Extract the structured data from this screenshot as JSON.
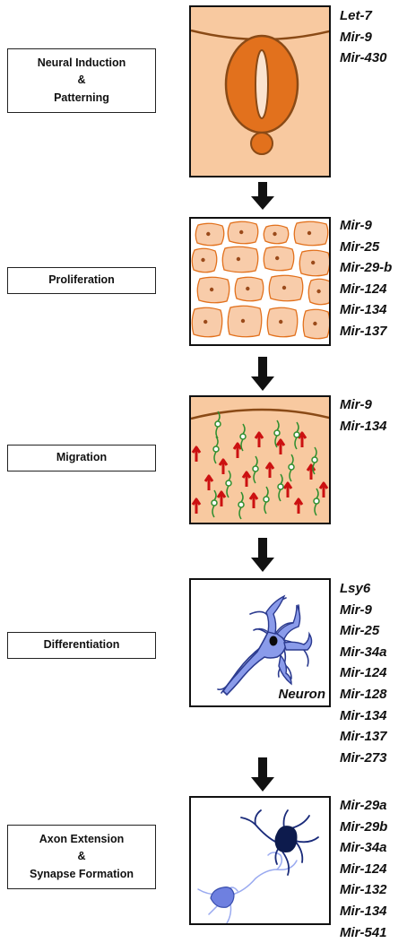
{
  "stages": [
    {
      "label": "Neural Induction\n&\nPatterning",
      "mirnas": [
        "Let-7",
        "Mir-9",
        "Mir-430"
      ]
    },
    {
      "label": "Proliferation",
      "mirnas": [
        "Mir-9",
        "Mir-25",
        "Mir-29-b",
        "Mir-124",
        "Mir-134",
        "Mir-137"
      ]
    },
    {
      "label": "Migration",
      "mirnas": [
        "Mir-9",
        "Mir-134"
      ]
    },
    {
      "label": "Differentiation",
      "mirnas": [
        "Lsy6",
        "Mir-9",
        "Mir-25",
        "Mir-34a",
        "Mir-124",
        "Mir-128",
        "Mir-134",
        "Mir-137",
        "Mir-273"
      ],
      "caption": "Neuron"
    },
    {
      "label": "Axon Extension\n&\nSynapse Formation",
      "mirnas": [
        "Mir-29a",
        "Mir-29b",
        "Mir-34a",
        "Mir-124",
        "Mir-132",
        "Mir-134",
        "Mir-541"
      ]
    }
  ],
  "colors": {
    "tissue": "#f8c9a0",
    "orange": "#e2711d",
    "cell_fill": "#f8ccaa",
    "nucleus": "#9a4a1a",
    "red_arrow": "#cc1111",
    "green": "#2f8f2f",
    "neuron_blue": "#5b6fd6",
    "neuron_dark": "#0d1b4d"
  }
}
